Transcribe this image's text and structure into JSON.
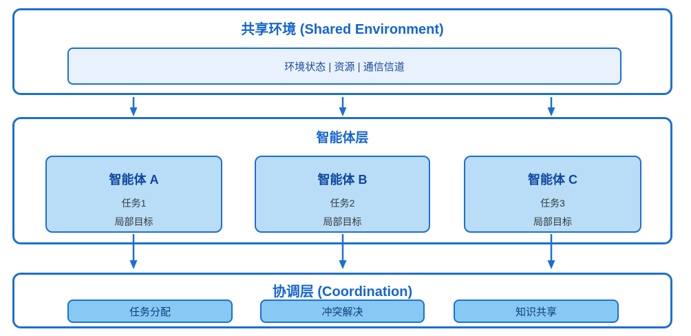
{
  "diagram": {
    "shared_env": {
      "title": "共享环境 (Shared Environment)",
      "inner_label": "环境状态 | 资源 | 通信信道"
    },
    "agent_layer": {
      "title": "智能体层",
      "agents": [
        {
          "title": "智能体 A",
          "task": "任务1",
          "goal": "局部目标"
        },
        {
          "title": "智能体 B",
          "task": "任务2",
          "goal": "局部目标"
        },
        {
          "title": "智能体 C",
          "task": "任务3",
          "goal": "局部目标"
        }
      ]
    },
    "coordination_layer": {
      "title": "协调层 (Coordination)",
      "functions": [
        {
          "label": "任务分配"
        },
        {
          "label": "冲突解决"
        },
        {
          "label": "知识共享"
        }
      ]
    },
    "colors": {
      "border": "#1a6fd6",
      "arrow": "#1a6fd6",
      "title_text": "#1565d2",
      "env_inner_bg": "#e8f1fc",
      "env_inner_text": "#17499e",
      "agent_bg": "#b9ddf6",
      "agent_title_text": "#0d47a1",
      "agent_body_text": "#333a40",
      "coord_bg": "#87c9f3",
      "coord_text": "#0d3d7c"
    }
  }
}
